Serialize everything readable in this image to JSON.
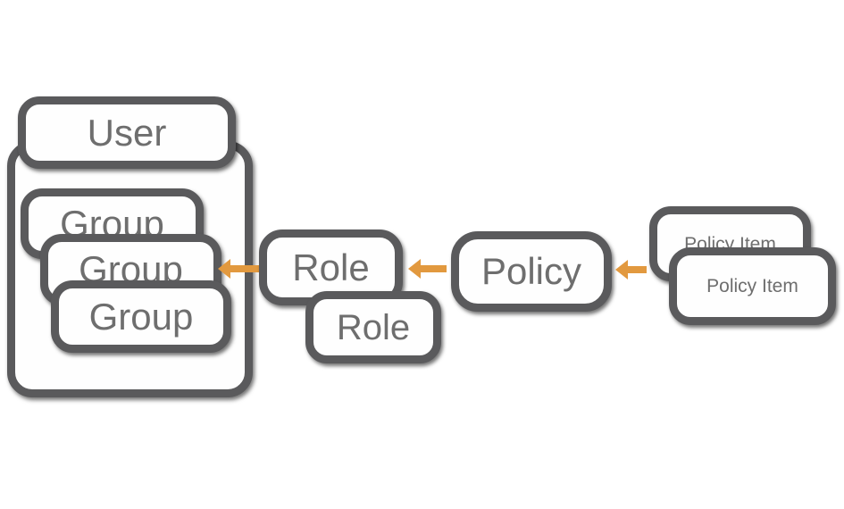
{
  "diagram": {
    "colors": {
      "background": "#ffffff",
      "fill": "#fefefe",
      "border": "#5a5a5c",
      "text": "#6e6e6e",
      "arrow": "#e2993f"
    },
    "nodes": {
      "user": {
        "label": "User"
      },
      "group1": {
        "label": "Group"
      },
      "group2": {
        "label": "Group"
      },
      "group3": {
        "label": "Group"
      },
      "role1": {
        "label": "Role"
      },
      "role2": {
        "label": "Role"
      },
      "policy": {
        "label": "Policy"
      },
      "policy_item1": {
        "label": "Policy Item"
      },
      "policy_item2": {
        "label": "Policy Item"
      }
    },
    "arrows": [
      {
        "name": "arrow-role-to-group",
        "direction": "left"
      },
      {
        "name": "arrow-policy-to-role",
        "direction": "left"
      },
      {
        "name": "arrow-policyitem-to-policy",
        "direction": "left"
      }
    ]
  }
}
